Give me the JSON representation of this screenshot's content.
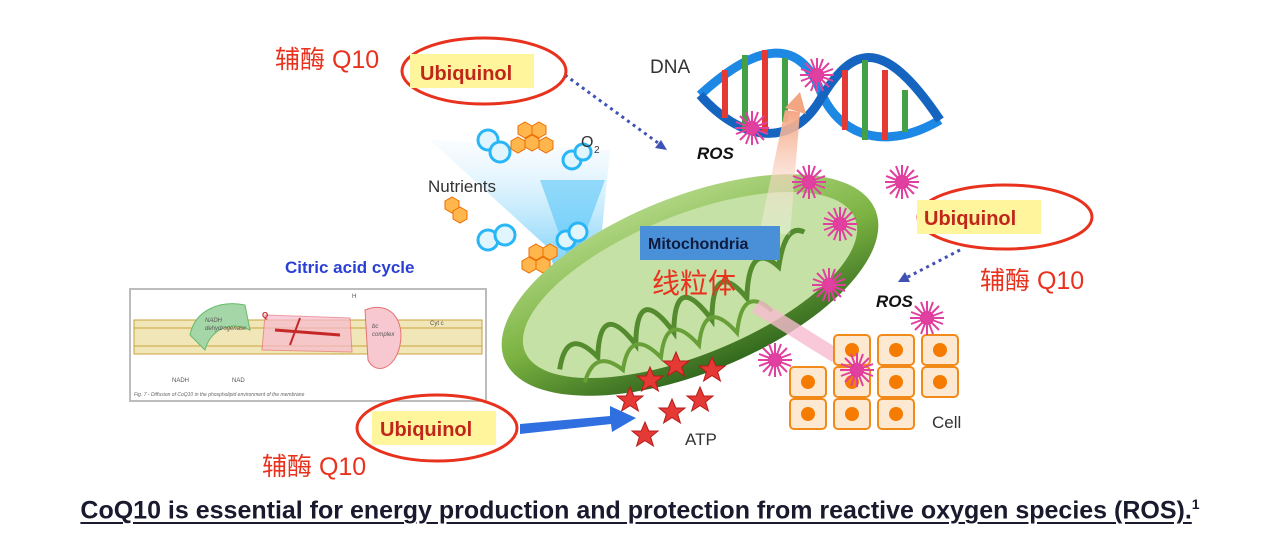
{
  "diagram": {
    "labels": {
      "dna": "DNA",
      "o2": "O",
      "o2_sub": "2",
      "ros_top": "ROS",
      "ros_right": "ROS",
      "nutrients": "Nutrients",
      "citric_cycle": "Citric acid cycle",
      "mitochondria": "Mitochondria",
      "mito_cn": "线粒体",
      "atp": "ATP",
      "cell": "Cell",
      "ubiquinol_top": "Ubiquinol",
      "ubiquinol_right": "Ubiquinol",
      "ubiquinol_bottom": "Ubiquinol",
      "coq10_top": "辅酶 Q10",
      "coq10_right": "辅酶 Q10",
      "coq10_bottom": "辅酶 Q10",
      "inset_nadh": "NADH",
      "inset_dehydro": "dehydrogenase",
      "inset_bc1": "bc",
      "inset_complex": "complex",
      "inset_nadh2": "NADH",
      "inset_nad": "NAD",
      "inset_h": "H",
      "inset_q": "Q",
      "inset_cyt": "Cyt c",
      "inset_caption": "Fig. 7 - Diffusion of CoQ10 in the phospholipid environment of the membrane"
    },
    "colors": {
      "red_ring": "#e8321e",
      "ubiquinol_bg": "#fff59d",
      "ubiquinol_text": "#c0271a",
      "coq10_text": "#e8321e",
      "citric_text": "#2a3fd6",
      "mito_label_bg": "#4a90d9",
      "arrow_blue": "#2f6fe0",
      "mito_green": "#7cb342",
      "cell_orange": "#f28a1a",
      "ros_magenta": "#e040a0",
      "atp_star": "#e53935"
    }
  },
  "caption": {
    "text": "CoQ10 is essential for energy production and protection from reactive oxygen species (ROS).",
    "superscript": "1"
  }
}
